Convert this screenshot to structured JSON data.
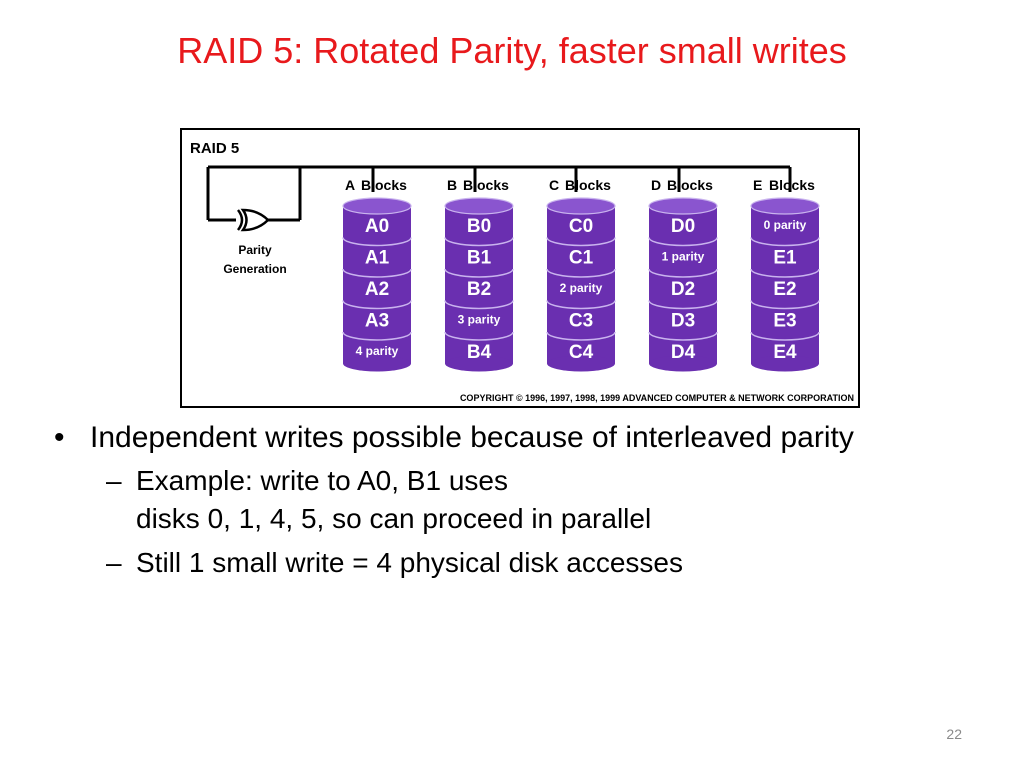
{
  "slide": {
    "title": "RAID 5: Rotated Parity, faster small writes",
    "number": "22"
  },
  "figure": {
    "heading": "RAID 5",
    "parity_label_line1": "Parity",
    "parity_label_line2": "Generation",
    "copyright": "COPYRIGHT © 1996, 1997, 1998, 1999 ADVANCED COMPUTER & NETWORK CORPORATION",
    "disk_color": "#6a2fb0",
    "disks": [
      {
        "letter": "A",
        "header": "Blocks",
        "blocks": [
          "A0",
          "A1",
          "A2",
          "A3",
          "4 parity"
        ]
      },
      {
        "letter": "B",
        "header": "Blocks",
        "blocks": [
          "B0",
          "B1",
          "B2",
          "3 parity",
          "B4"
        ]
      },
      {
        "letter": "C",
        "header": "Blocks",
        "blocks": [
          "C0",
          "C1",
          "2 parity",
          "C3",
          "C4"
        ]
      },
      {
        "letter": "D",
        "header": "Blocks",
        "blocks": [
          "D0",
          "1 parity",
          "D2",
          "D3",
          "D4"
        ]
      },
      {
        "letter": "E",
        "header": "Blocks",
        "blocks": [
          "0 parity",
          "E1",
          "E2",
          "E3",
          "E4"
        ]
      }
    ]
  },
  "bullets": {
    "main": "Independent writes possible because of interleaved parity",
    "sub1_line1": "Example: write to A0, B1 uses",
    "sub1_line2": "disks 0, 1, 4, 5, so can proceed in parallel",
    "sub2": "Still 1 small write = 4 physical disk accesses"
  }
}
